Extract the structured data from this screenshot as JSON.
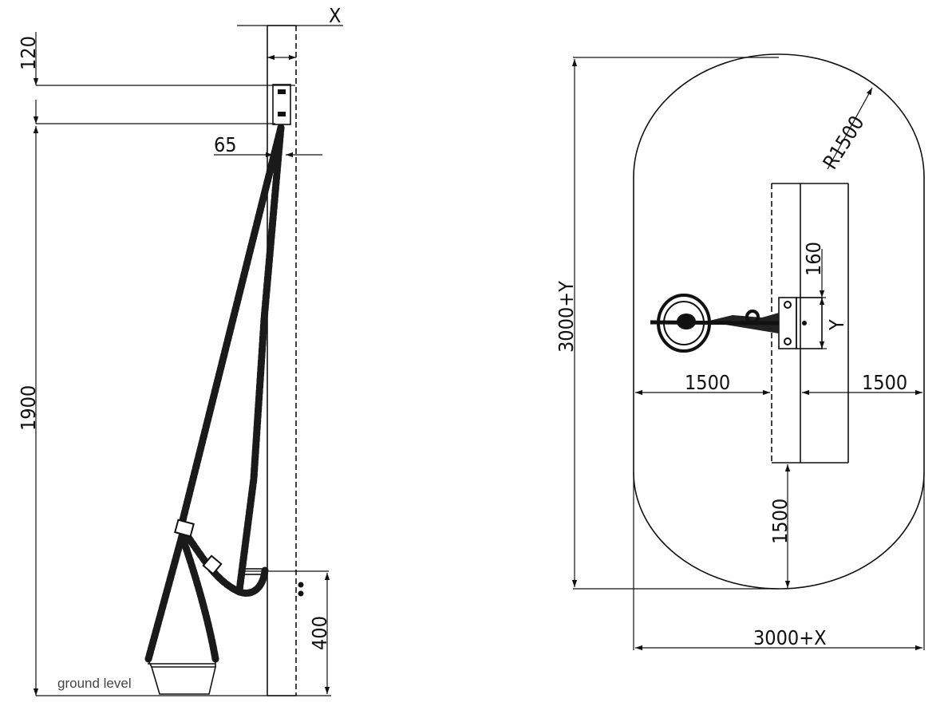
{
  "side_view": {
    "dims": {
      "x": "X",
      "top": "120",
      "offset": "65",
      "height": "1900",
      "base": "400"
    },
    "ground_label": "ground level"
  },
  "plan_view": {
    "dims": {
      "radius": "R1500",
      "post": "160",
      "y": "Y",
      "left_half": "1500",
      "right_half": "1500",
      "bottom_half": "1500",
      "total_y": "3000+Y",
      "total_x": "3000+X"
    }
  }
}
